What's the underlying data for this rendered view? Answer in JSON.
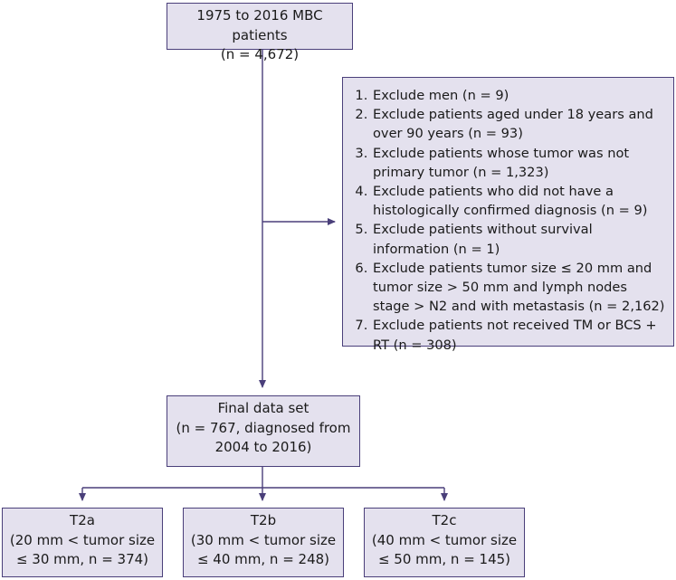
{
  "top_box": {
    "line1": "1975 to 2016 MBC patients",
    "line2": "(n = 4,672)"
  },
  "exclusions": [
    "Exclude men (n = 9)",
    "Exclude patients aged under 18 years and over 90 years (n = 93)",
    "Exclude patients whose tumor was not primary tumor (n = 1,323)",
    "Exclude patients who did not have a histologically confirmed diagnosis (n = 9)",
    "Exclude patients without survival information (n = 1)",
    "Exclude patients tumor size ≤ 20 mm and tumor size > 50 mm and lymph nodes stage > N2 and with metastasis (n = 2,162)",
    "Exclude patients not received TM or BCS + RT (n = 308)"
  ],
  "final_box": {
    "line1": "Final data set",
    "line2": "(n = 767, diagnosed from",
    "line3": "2004 to 2016)"
  },
  "t2a": {
    "title": "T2a",
    "line1": "(20 mm < tumor size",
    "line2": "≤ 30 mm, n = 374)"
  },
  "t2b": {
    "title": "T2b",
    "line1": "(30 mm < tumor size",
    "line2": "≤ 40 mm, n = 248)"
  },
  "t2c": {
    "title": "T2c",
    "line1": "(40 mm < tumor size",
    "line2": "≤ 50 mm, n = 145)"
  },
  "colors": {
    "box_fill": "#e4e1ee",
    "box_border": "#4a3f7a",
    "line": "#4a3f7a"
  }
}
